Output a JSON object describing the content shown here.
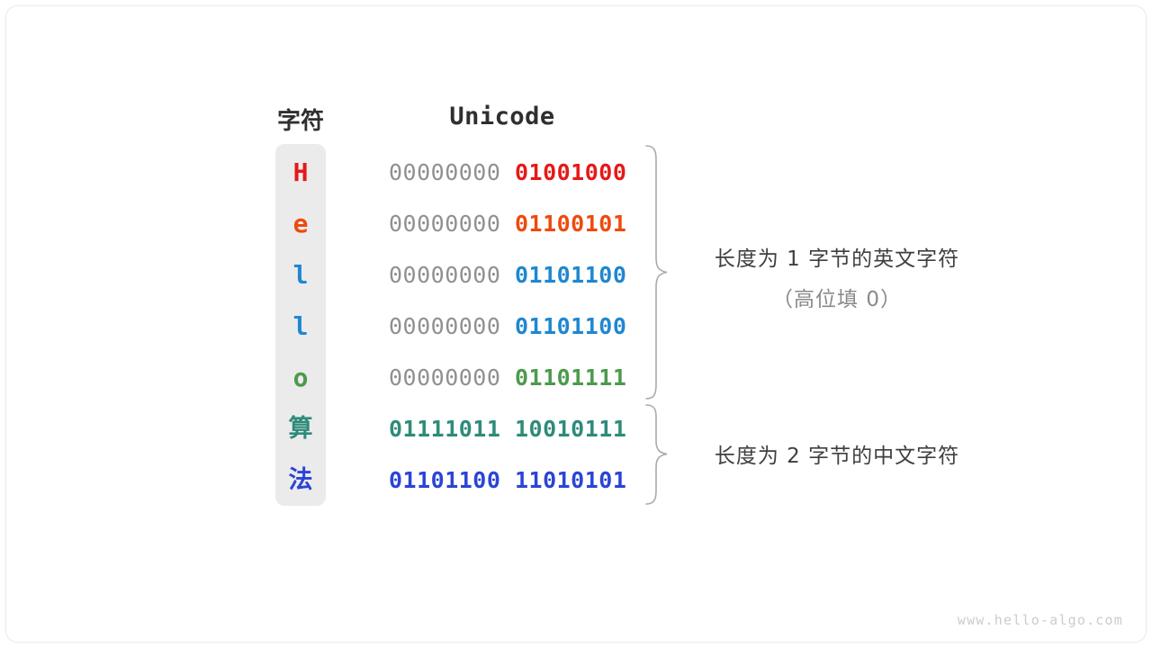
{
  "headers": {
    "character": "字符",
    "unicode": "Unicode"
  },
  "colors": {
    "red": "#E61919",
    "orange": "#EE4A10",
    "blue": "#1F87D0",
    "green": "#4C9A4C",
    "teal": "#2E8B7A",
    "royal_blue": "#2B44D6",
    "padding_gray": "#909090",
    "column_bg": "#EBEBEB",
    "note_text": "#3F3F3F",
    "note_sub": "#8A8A8A",
    "brace": "#AAAAAA",
    "watermark": "#CCCCCC"
  },
  "rows": [
    {
      "char": "H",
      "color": "#E61919",
      "cjk": false,
      "pad": "00000000 ",
      "code": "01001000"
    },
    {
      "char": "e",
      "color": "#EE4A10",
      "cjk": false,
      "pad": "00000000 ",
      "code": "01100101"
    },
    {
      "char": "l",
      "color": "#1F87D0",
      "cjk": false,
      "pad": "00000000 ",
      "code": "01101100"
    },
    {
      "char": "l",
      "color": "#1F87D0",
      "cjk": false,
      "pad": "00000000 ",
      "code": "01101100"
    },
    {
      "char": "o",
      "color": "#4C9A4C",
      "cjk": false,
      "pad": "00000000 ",
      "code": "01101111"
    },
    {
      "char": "算",
      "color": "#2E8B7A",
      "cjk": true,
      "pad": "",
      "code": "01111011 10010111"
    },
    {
      "char": "法",
      "color": "#2B44D6",
      "cjk": true,
      "pad": "",
      "code": "01101100 11010101"
    }
  ],
  "annotations": [
    {
      "line1": "长度为 1 字节的英文字符",
      "line2": "（高位填 0）",
      "covers_rows": 5
    },
    {
      "line1": "长度为 2 字节的中文字符",
      "line2": "",
      "covers_rows": 2
    }
  ],
  "watermark": "www.hello-algo.com"
}
